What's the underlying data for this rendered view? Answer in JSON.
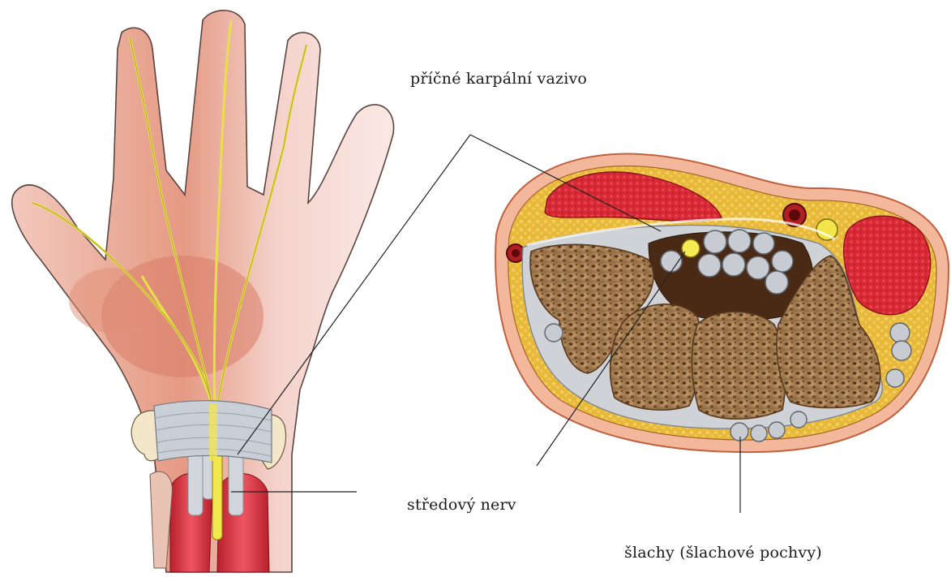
{
  "labels": {
    "ligament": "příčné karpální vazivo",
    "median_nerve": "středový nerv",
    "tendons": "šlachy (šlachové pochvy)"
  },
  "colors": {
    "skin_light": "#f6dcd8",
    "skin_shade": "#d9826c",
    "nerve": "#e8e04a",
    "nerve_outline": "#8a7a10",
    "ligament": "#c9cfd6",
    "muscle": "#d8303a",
    "fat": "#e9c04a",
    "bone": "#a07a50",
    "bone_pore": "#5a3a1e",
    "tendon": "#c8ccd2",
    "leader_line": "#222222"
  }
}
